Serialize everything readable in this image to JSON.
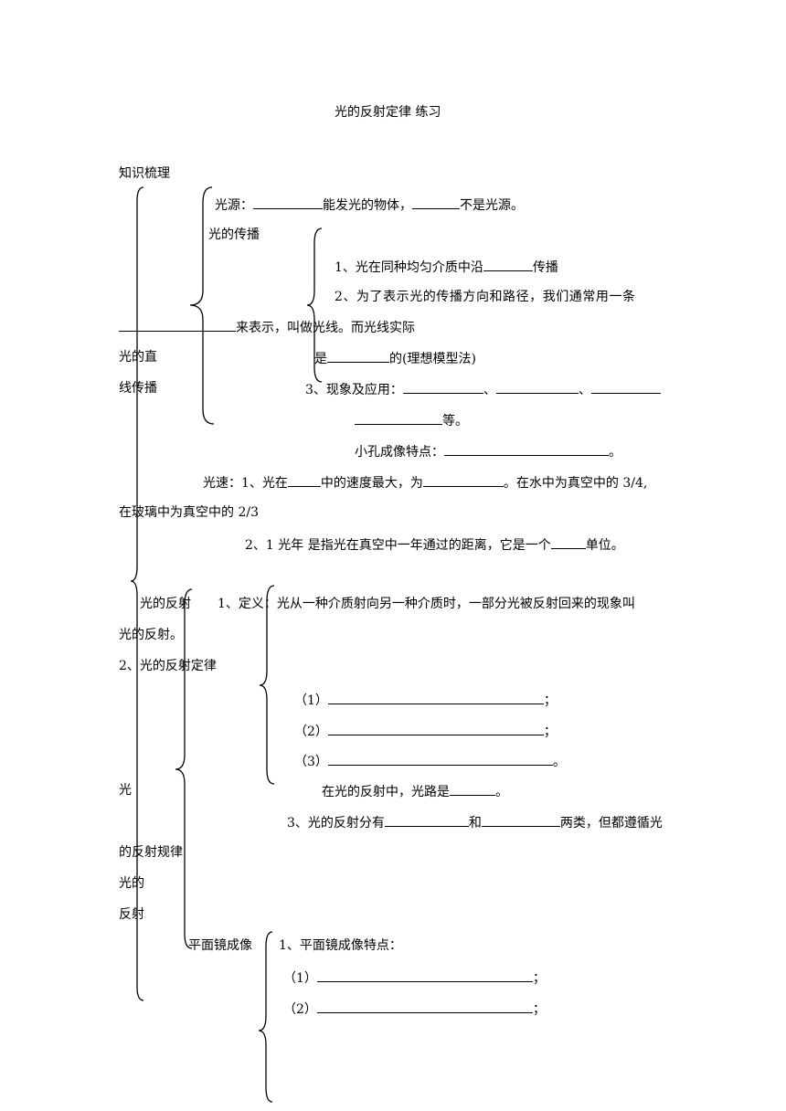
{
  "doc": {
    "title": "光的反射定律 练习",
    "section_heading": "知识梳理"
  },
  "left_labels": {
    "l1": "光的直",
    "l2": "线传播",
    "l3": "光",
    "l4": "的反射规律",
    "l5": "光的",
    "l6": "反射"
  },
  "propagation": {
    "source_a": "光源：",
    "source_b": "能发光的物体，",
    "source_c": "不是光源。",
    "propagation_label": "光的传播",
    "p1_a": "1、光在同种均匀介质中沿",
    "p1_b": "传播",
    "p2_a": "2、为了表示光的传播方向和路径，我们通常用一条",
    "p2_b": "来表示，叫做光线。而光线实际",
    "p2_c": "是",
    "p2_d": "的(理想模型法)",
    "p3_a": "3、现象及应用：",
    "p3_sep1": "、",
    "p3_sep2": "、",
    "p3_end": "等。",
    "pinhole_a": "小孔成像特点：",
    "pinhole_b": "。"
  },
  "speed": {
    "s1_a": "光速：1、光在",
    "s1_b": "中的速度最大，为",
    "s1_c": "。在水中为真空中的 3/4,",
    "s1_d": "在玻璃中为真空中的 2/3",
    "s2_a": "2、1 光年  是指光在真空中一年通过的距离，它是一个",
    "s2_b": "单位。"
  },
  "reflection": {
    "label": "光的反射",
    "def_a": "1、定义：光从一种介质射向另一种介质时，一部分光被反射回来的现象叫",
    "def_b": "光的反射。",
    "law_label": "2、光的反射定律",
    "item1": "（1）",
    "item2": "（2）",
    "item3": "（3）",
    "end_semicolon": "；",
    "end_period": "。",
    "path_a": "在光的反射中，光路是",
    "path_b": "。",
    "kinds_a": "3、光的反射分有",
    "kinds_b": "和",
    "kinds_c": "两类，但都遵循光"
  },
  "mirror": {
    "label": "平面镜成像",
    "feat": "1、平面镜成像特点：",
    "item1": "（1）",
    "item2": "（2）",
    "end_semicolon": "；"
  }
}
